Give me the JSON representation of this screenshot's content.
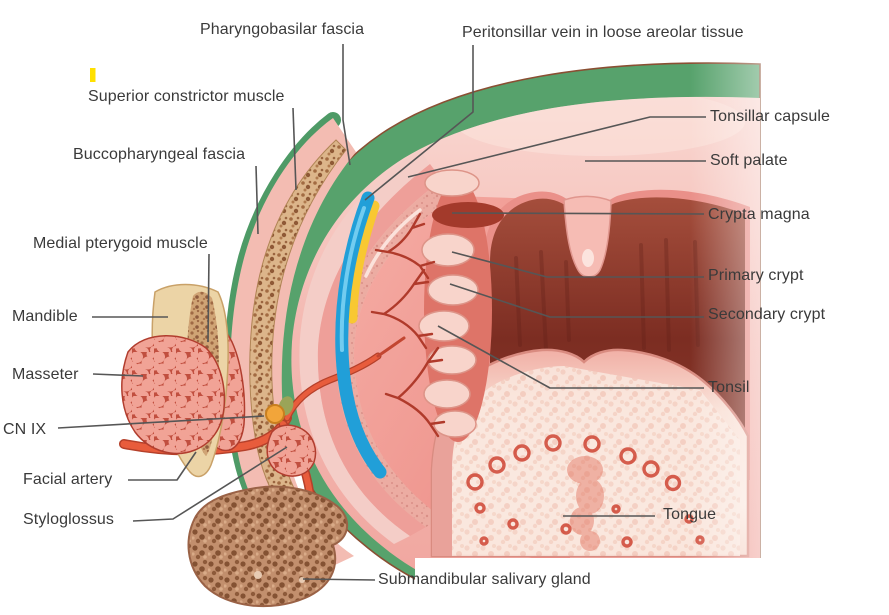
{
  "figure": {
    "type": "anatomical-diagram",
    "subject": "Tonsil and peritonsillar structures (horizontal section)",
    "background_color": "#ffffff",
    "label_text_color": "#3a3a3a",
    "leader_line_color": "#565656",
    "accent_colors": {
      "fascia_green": "#57a26c",
      "muscle_tan": "#dcb58a",
      "vein_blue": "#219fd8",
      "fat_yellow": "#f8c832",
      "artery_red": "#e4573a",
      "nerve_orange": "#f2a53a",
      "cavity_dark_red": "#7c2d22",
      "mucosa_pink": "#ee9f99",
      "gland_brown": "#c28f6d",
      "highlight_artifact_yellow": "#ffe000"
    },
    "labels": {
      "pharyngobasilar_fascia": "Pharyngobasilar fascia",
      "peritonsillar_vein": "Peritonsillar vein in loose areolar tissue",
      "superior_constrictor": "Superior constrictor muscle",
      "buccopharyngeal_fascia": "Buccopharyngeal fascia",
      "medial_pterygoid": "Medial pterygoid muscle",
      "mandible": "Mandible",
      "masseter": "Masseter",
      "cn_ix": "CN IX",
      "facial_artery": "Facial artery",
      "styloglossus": "Styloglossus",
      "submandibular_gland": "Submandibular salivary gland",
      "tongue": "Tongue",
      "tonsillar_capsule": "Tonsillar capsule",
      "soft_palate": "Soft palate",
      "crypta_magna": "Crypta magna",
      "primary_crypt": "Primary crypt",
      "secondary_crypt": "Secondary crypt",
      "tonsil": "Tonsil"
    }
  }
}
